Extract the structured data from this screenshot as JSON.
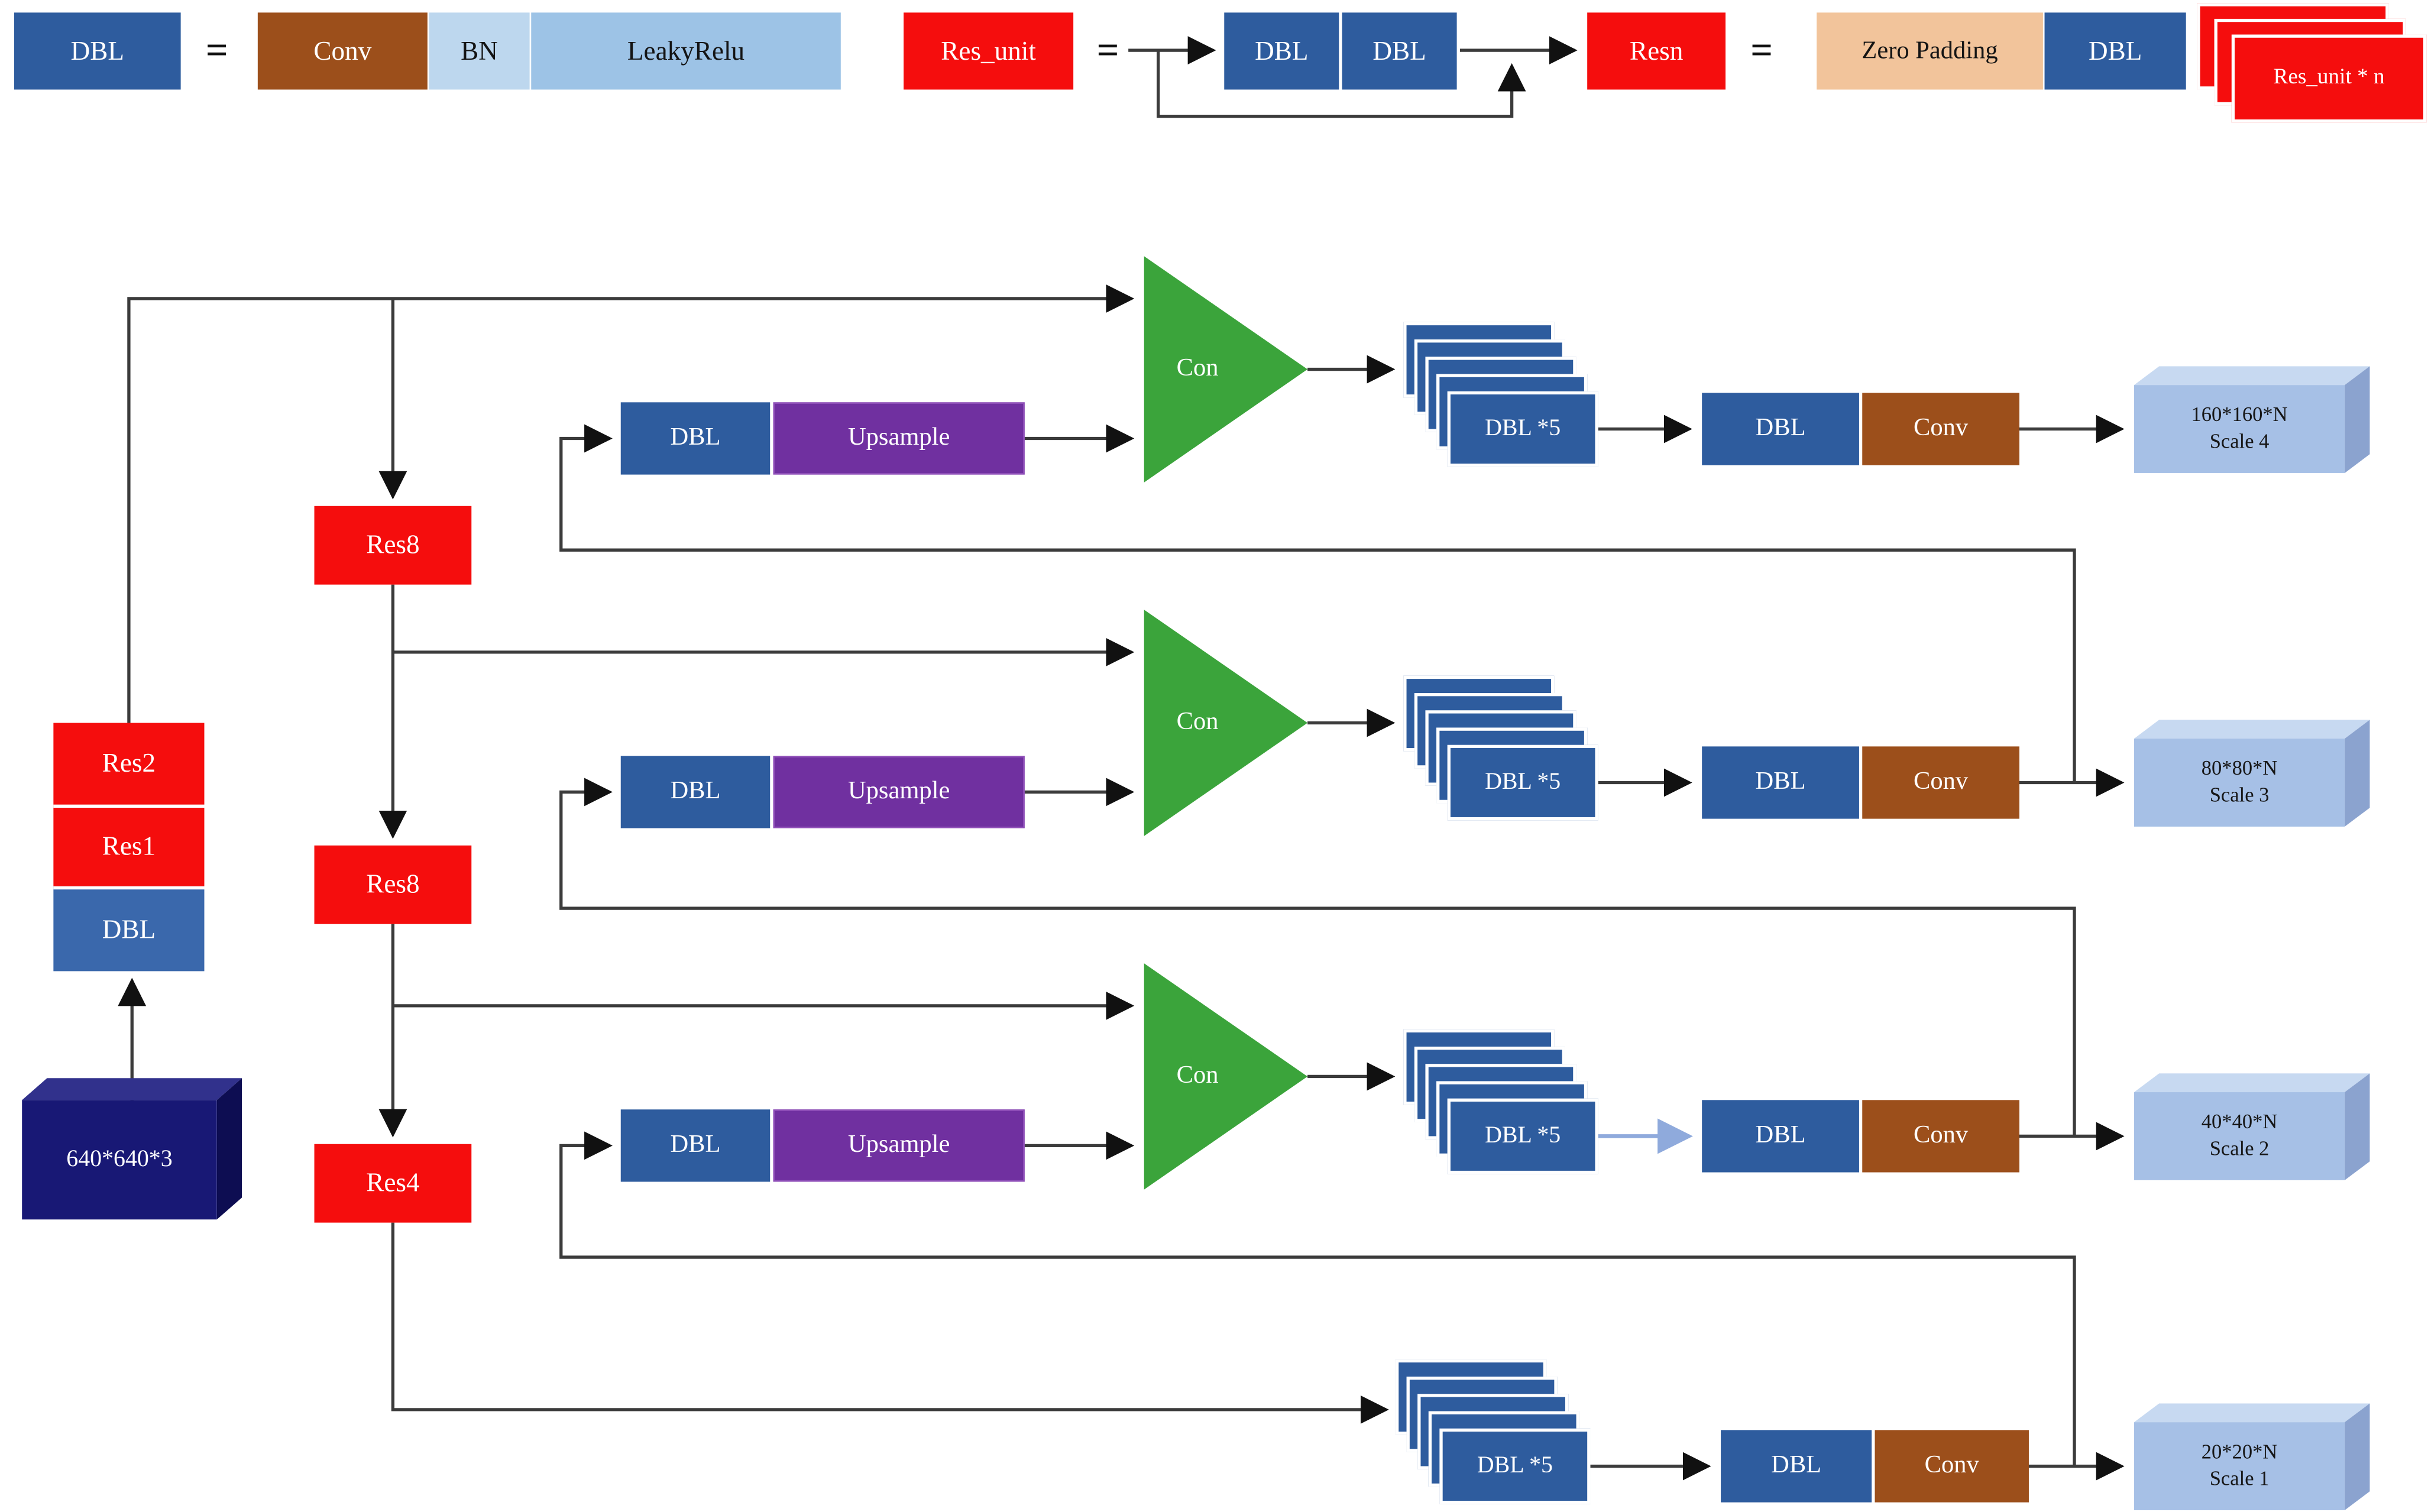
{
  "legend": {
    "dbl": {
      "label": "DBL",
      "eq": "=",
      "conv": "Conv",
      "bn": "BN",
      "leaky": "LeakyRelu"
    },
    "res_unit": {
      "label": "Res_unit",
      "eq": "=",
      "dbl1": "DBL",
      "dbl2": "DBL"
    },
    "resn": {
      "label": "Resn",
      "eq": "=",
      "zero_padding": "Zero Padding",
      "dbl": "DBL",
      "stack_label": "Res_unit * n"
    }
  },
  "backbone": {
    "input_label": "640*640*3",
    "stack": {
      "top": "Res2",
      "middle": "Res1",
      "bottom": "DBL"
    },
    "blocks": [
      {
        "label": "Res8"
      },
      {
        "label": "Res8"
      },
      {
        "label": "Res4"
      }
    ]
  },
  "heads": [
    {
      "con": "Con",
      "dbl": "DBL",
      "upsample": "Upsample",
      "dbl5": "DBL *5",
      "head_dbl": "DBL",
      "conv": "Conv",
      "out_dims": "160*160*N",
      "out_scale": "Scale 4"
    },
    {
      "con": "Con",
      "dbl": "DBL",
      "upsample": "Upsample",
      "dbl5": "DBL *5",
      "head_dbl": "DBL",
      "conv": "Conv",
      "out_dims": "80*80*N",
      "out_scale": "Scale 3"
    },
    {
      "con": "Con",
      "dbl": "DBL",
      "upsample": "Upsample",
      "dbl5": "DBL *5",
      "head_dbl": "DBL",
      "conv": "Conv",
      "out_dims": "40*40*N",
      "out_scale": "Scale 2"
    },
    {
      "dbl5": "DBL *5",
      "head_dbl": "DBL",
      "conv": "Conv",
      "out_dims": "20*20*N",
      "out_scale": "Scale 1"
    }
  ],
  "colors": {
    "dbl_blue": "#2E5C9E",
    "backbone_dbl_blue": "#3A68AC",
    "conv_brown": "#9C4F1B",
    "bn_light_blue": "#BDD7EE",
    "leaky_blue": "#9DC3E6",
    "res_red": "#F50D0D",
    "upsample_purple": "#7030A0",
    "concat_green": "#3BA43B",
    "zero_padding_peach": "#F2C49B",
    "output_face": "#A6C0E6",
    "output_top": "#C7D9F1",
    "output_side": "#8BA3CF",
    "input_navy": "#181875",
    "arrow_dark": "#3B3B3B",
    "arrow_light_blue": "#8FAADC"
  }
}
